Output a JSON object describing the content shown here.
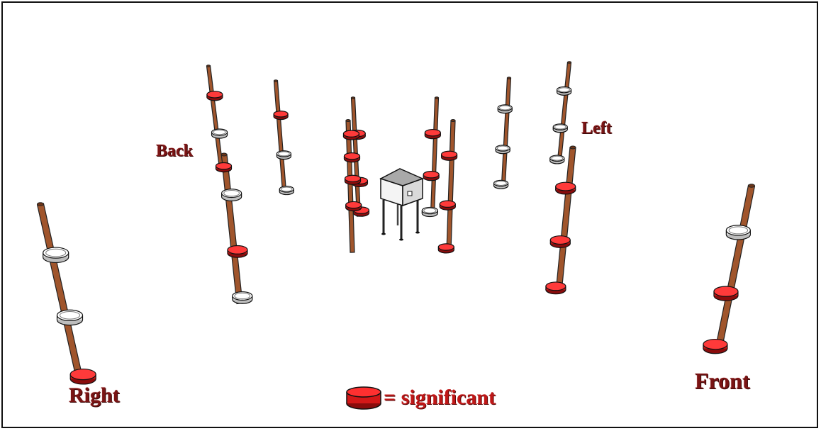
{
  "labels": {
    "back": "Back",
    "left": "Left",
    "right": "Right",
    "front": "Front"
  },
  "legend": {
    "symbol": "red-trap-icon",
    "text": "= significant"
  },
  "colors": {
    "pole": "#a0552c",
    "pole_dark": "#6b3417",
    "trap_significant": "#d41818",
    "trap_other": "#f2f2f2",
    "label": "#7a1414",
    "legend_text": "#c01818"
  },
  "poles": [
    {
      "id": "right-near",
      "traps": [
        "other",
        "other",
        "significant"
      ]
    },
    {
      "id": "right-far",
      "traps": [
        "other",
        "significant",
        "other"
      ]
    },
    {
      "id": "back-far",
      "traps": [
        "significant",
        "other",
        "significant"
      ]
    },
    {
      "id": "back-mid",
      "traps": [
        "significant",
        "other",
        "other"
      ]
    },
    {
      "id": "center-back-left",
      "traps": [
        "significant",
        "significant",
        "significant"
      ]
    },
    {
      "id": "center-front-left",
      "traps": [
        "significant",
        "significant",
        "significant",
        "significant"
      ]
    },
    {
      "id": "center-back-right",
      "traps": [
        "significant",
        "significant",
        "other"
      ]
    },
    {
      "id": "center-front-right",
      "traps": [
        "significant",
        "significant",
        "significant"
      ]
    },
    {
      "id": "left-mid",
      "traps": [
        "other",
        "other",
        "other"
      ]
    },
    {
      "id": "left-far",
      "traps": [
        "other",
        "other",
        "other"
      ]
    },
    {
      "id": "left-near",
      "traps": [
        "significant",
        "significant",
        "significant"
      ]
    },
    {
      "id": "front",
      "traps": [
        "other",
        "significant",
        "significant"
      ]
    }
  ],
  "center_object": "hive-stand-icon"
}
